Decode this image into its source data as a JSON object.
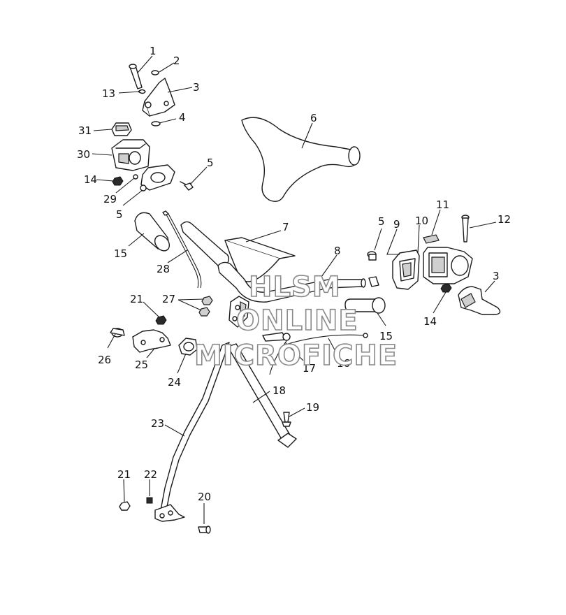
{
  "callouts": [
    "1",
    "2",
    "3",
    "13",
    "4",
    "31",
    "30",
    "14",
    "29",
    "5",
    "5",
    "6",
    "15",
    "28",
    "7",
    "8",
    "5",
    "9",
    "10",
    "11",
    "12",
    "3",
    "14",
    "27",
    "21",
    "26",
    "25",
    "24",
    "15",
    "17",
    "16",
    "18",
    "19",
    "23",
    "21",
    "22",
    "20"
  ],
  "watermark": {
    "line1": "HLSM",
    "line2": "ONLINE",
    "line3": "MICROFICHE"
  }
}
